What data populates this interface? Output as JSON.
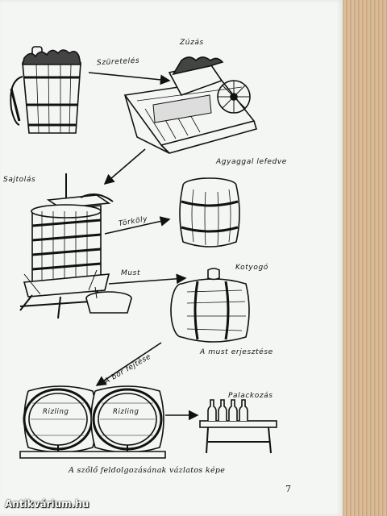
{
  "labels": {
    "szuretetes": "Szüretelés",
    "zuzas": "Zúzás",
    "sajtolas": "Sajtolás",
    "agyaggal_lefedve": "Agyaggal lefedve",
    "torkoly": "Törköly",
    "must": "Must",
    "kotyogo": "Kotyogó",
    "a_must_erjesztese": "A must erjesztése",
    "a_bor_fejtese": "A bor fejtése",
    "palackozas": "Palackozás",
    "rizling_left": "Rizling",
    "rizling_right": "Rizling"
  },
  "caption": "A szőlő feldolgozásának vázlatos képe",
  "page_number": "7",
  "watermark": "Antikvárium.hu"
}
